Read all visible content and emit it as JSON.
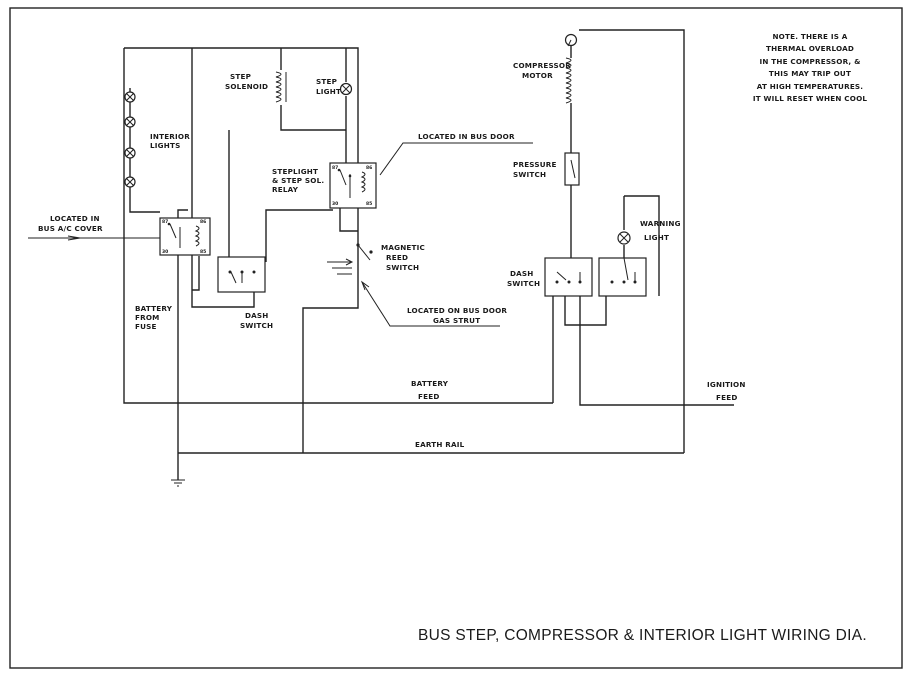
{
  "title": "BUS STEP, COMPRESSOR & INTERIOR LIGHT WIRING DIA.",
  "labels": {
    "interior_lights": [
      "INTERIOR",
      "LIGHTS"
    ],
    "located_ac_cover": [
      "LOCATED IN",
      "BUS A/C COVER"
    ],
    "battery_from_fuse": [
      "BATTERY",
      "FROM",
      "FUSE"
    ],
    "dash_switch_left": [
      "DASH",
      "SWITCH"
    ],
    "step_solenoid": [
      "STEP",
      "SOLENOID"
    ],
    "step_light": [
      "STEP",
      "LIGHT"
    ],
    "steplight_relay": [
      "STEPLIGHT",
      "& STEP SOL.",
      "RELAY"
    ],
    "located_bus_door": "LOCATED IN BUS DOOR",
    "magnetic_reed_switch": [
      "MAGNETIC",
      "REED",
      "SWITCH"
    ],
    "located_gas_strut": [
      "LOCATED ON BUS DOOR",
      "GAS STRUT"
    ],
    "compressor_motor": [
      "COMPRESSOR",
      "MOTOR"
    ],
    "pressure_switch": [
      "PRESSURE",
      "SWITCH"
    ],
    "warning_light": [
      "WARNING",
      "LIGHT"
    ],
    "dash_switch_right": [
      "DASH",
      "SWITCH"
    ],
    "battery_feed": [
      "BATTERY",
      "FEED"
    ],
    "ignition_feed": [
      "IGNITION",
      "FEED"
    ],
    "earth_rail": "EARTH RAIL",
    "note": [
      "NOTE.  THERE IS A",
      "THERMAL OVERLOAD",
      "IN THE COMPRESSOR, &",
      "THIS MAY TRIP OUT",
      "AT HIGH TEMPERATURES.",
      "IT WILL RESET WHEN COOL"
    ]
  },
  "relay_pins": {
    "r87": "87",
    "r86": "86",
    "r30": "30",
    "r85": "85"
  }
}
